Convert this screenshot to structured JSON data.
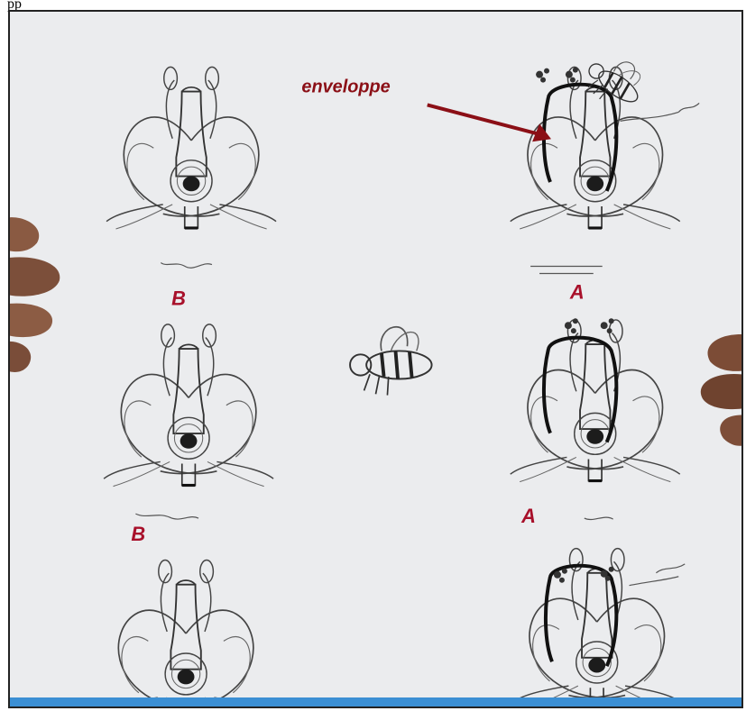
{
  "header": {
    "caption": "pp"
  },
  "annotation": {
    "text": "enveloppe",
    "color": "#8b0f16"
  },
  "labels": {
    "left_column": "B",
    "right_column": "A",
    "color": "#a8102a"
  },
  "icons": [
    "bee-icon",
    "bee-icon",
    "flower-diagram",
    "hand"
  ],
  "colors": {
    "paper": "#ebecee",
    "bottom_bar": "#3b8fd4",
    "ink": "#2a2a2a"
  }
}
